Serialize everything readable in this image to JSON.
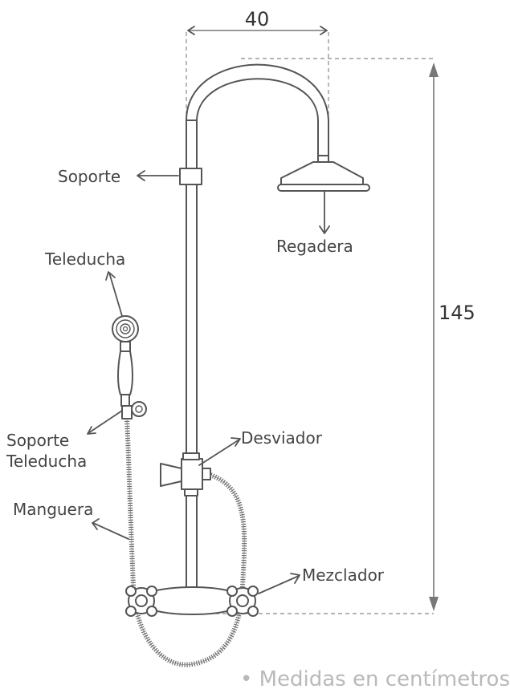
{
  "dimensions": {
    "width_value": "40",
    "height_value": "145"
  },
  "labels": {
    "soporte": "Soporte",
    "regadera": "Regadera",
    "teleducha": "Teleducha",
    "soporte_teleducha_1": "Soporte",
    "soporte_teleducha_2": "Teleducha",
    "desviador": "Desviador",
    "manguera": "Manguera",
    "mezclador": "Mezclador"
  },
  "footnote": "• Medidas en centímetros",
  "colors": {
    "line": "#555555",
    "dimension": "#777777",
    "footnote": "#b9b9b9"
  }
}
